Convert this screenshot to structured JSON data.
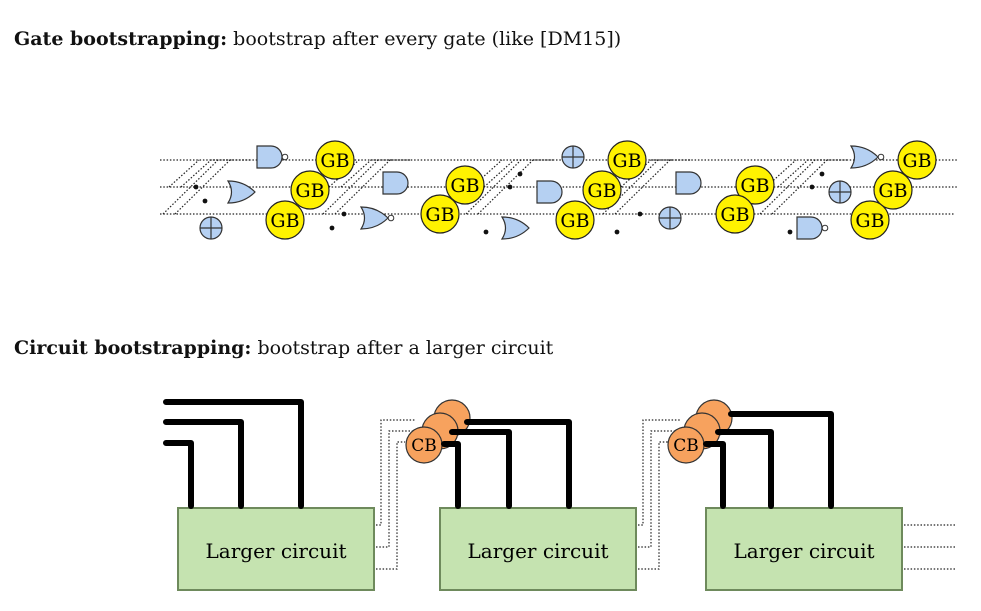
{
  "gate_section": {
    "title_bold": "Gate bootstrapping:",
    "title_rest": " bootstrap after every gate (like [DM15])",
    "bootstrap_label": "GB"
  },
  "circuit_section": {
    "title_bold": "Circuit bootstrapping:",
    "title_rest": " bootstrap after a larger circuit",
    "bootstrap_label": "CB",
    "box_label": "Larger circuit"
  },
  "colors": {
    "gate_fill": "#b5d0f2",
    "bootstrap_gb_fill": "#fff200",
    "bootstrap_cb_fill": "#f7a25e",
    "circuit_box_fill": "#c5e3b0",
    "circuit_box_stroke": "#6e8a5c"
  }
}
